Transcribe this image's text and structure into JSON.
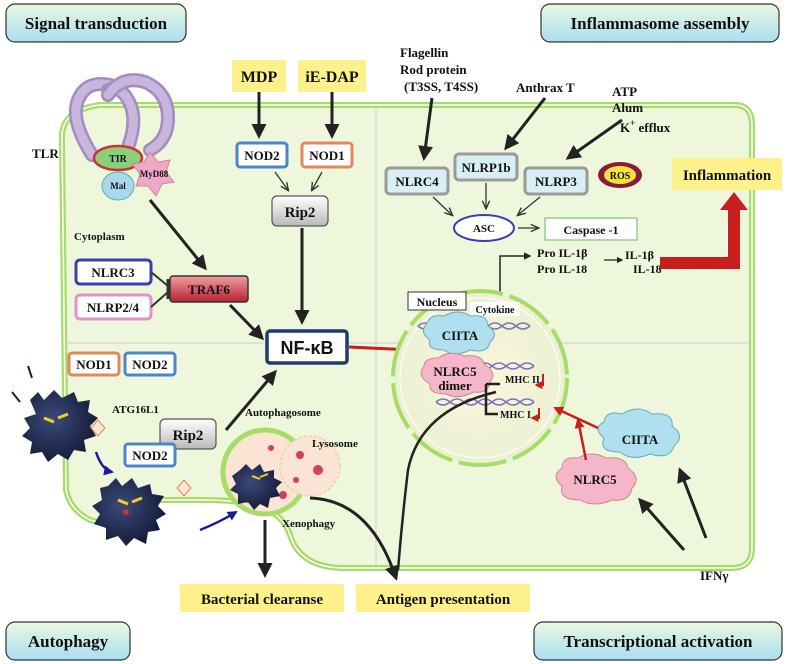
{
  "corners": {
    "signal": "Signal transduction",
    "inflammasome": "Inflammasome assembly",
    "autophagy": "Autophagy",
    "transcription": "Transcriptional activation"
  },
  "signaling": {
    "tlr": "TLR",
    "tir": "TIR",
    "myd88": "MyD88",
    "mal": "Mal",
    "cytoplasm": "Cytoplasm",
    "nlrc3": "NLRC3",
    "nlrp24": "NLRP2/4",
    "traf6": "TRAF6",
    "mdp": "MDP",
    "iedap": "iE-DAP",
    "nod2_top": "NOD2",
    "nod1_top": "NOD1",
    "rip2_top": "Rip2",
    "nfkb": "NF-κB"
  },
  "inflammasome": {
    "flagellin_1": "Flagellin",
    "flagellin_2": "Rod protein",
    "flagellin_3": "(T3SS, T4SS)",
    "anthrax": "Anthrax T",
    "atp": "ATP",
    "alum": "Alum",
    "k_efflux_k": "K",
    "k_efflux_sup": "+",
    "k_efflux_rest": " efflux",
    "nlrc4": "NLRC4",
    "nlrp1b": "NLRP1b",
    "nlrp3": "NLRP3",
    "ros": "ROS",
    "asc": "ASC",
    "caspase": "Caspase -1",
    "pro_il1b": "Pro IL-1β",
    "pro_il18": "Pro IL-18",
    "il1b": "IL-1β",
    "il18": "IL-18",
    "inflammation": "Inflammation"
  },
  "nucleus": {
    "nucleus": "Nucleus",
    "cytokine": "Cytokine",
    "ciita": "CIITA",
    "nlrc5_1": "NLRC5",
    "nlrc5_2": "dimer",
    "mhc2": "MHC II",
    "mhc1": "MHC I"
  },
  "transcription": {
    "ciita": "CIITA",
    "nlrc5": "NLRC5",
    "ifng": "IFNγ"
  },
  "autophagy": {
    "nod1": "NOD1",
    "nod2": "NOD2",
    "atg16l1": "ATG16L1",
    "rip2": "Rip2",
    "nod2_lower": "NOD2",
    "autophagosome": "Autophagosome",
    "lysosome": "Lysosome",
    "xenophagy": "Xenophagy",
    "bacterial": "Bacterial clearanse",
    "antigen": "Antigen presentation"
  },
  "colors": {
    "cell_fill": "#eef7dc",
    "membrane": "#a6dd68",
    "nod2_border": "#4a86c8",
    "nod1_border": "#e08a5a",
    "label_yellow": "#fdf18b",
    "traf6_red": "#c0303a",
    "nfkb_border": "#1f3c6e",
    "red_arrow": "#c81e1e",
    "blue_arrow": "#1a1aa0"
  }
}
